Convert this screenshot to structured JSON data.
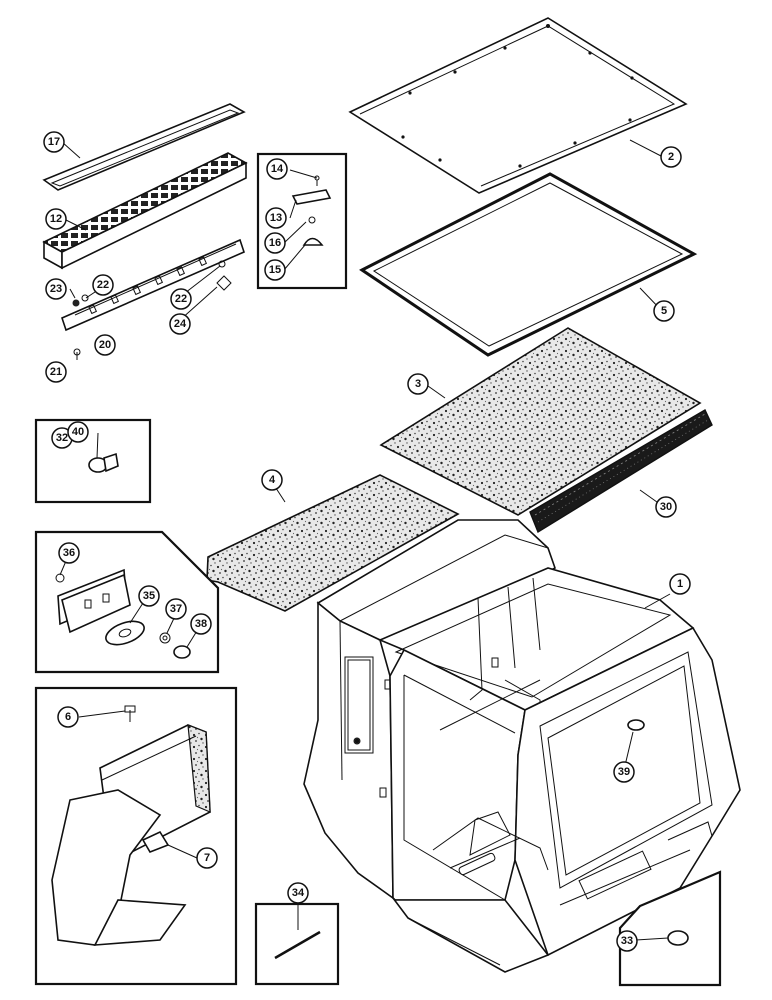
{
  "callouts": {
    "c1": "1",
    "c2": "2",
    "c3": "3",
    "c4": "4",
    "c5": "5",
    "c6": "6",
    "c7": "7",
    "c12": "12",
    "c13": "13",
    "c14": "14",
    "c15": "15",
    "c16": "16",
    "c17": "17",
    "c20": "20",
    "c21": "21",
    "c22a": "22",
    "c22b": "22",
    "c23": "23",
    "c24": "24",
    "c30": "30",
    "c32": "32",
    "c33": "33",
    "c34": "34",
    "c35": "35",
    "c36": "36",
    "c37": "37",
    "c38": "38",
    "c39": "39",
    "c40": "40"
  }
}
